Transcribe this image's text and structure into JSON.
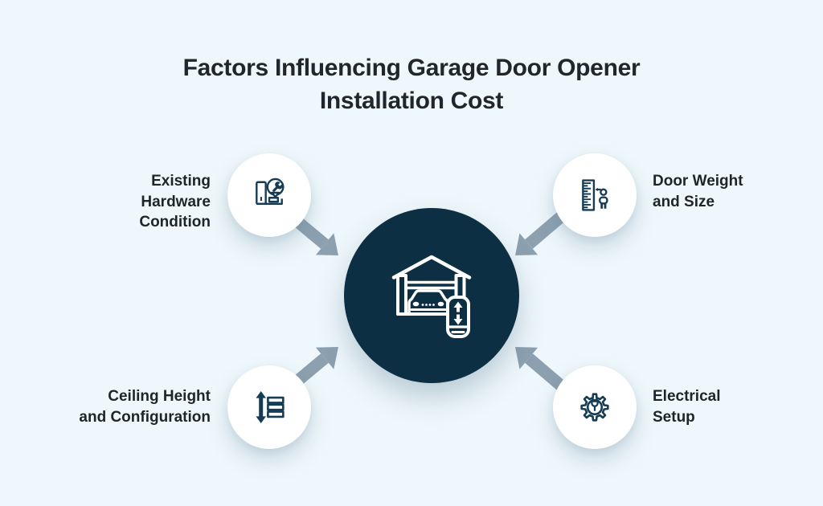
{
  "title": "Factors Influencing Garage Door Opener\nInstallation Cost",
  "center": {
    "icon": "garage-smart-opener-icon"
  },
  "factors": [
    {
      "id": "existing-hardware-condition",
      "label": "Existing\nHardware\nCondition",
      "icon": "hardware-wrench-icon",
      "position": "top-left"
    },
    {
      "id": "door-weight-and-size",
      "label": "Door Weight\nand Size",
      "icon": "ruler-height-icon",
      "position": "top-right"
    },
    {
      "id": "ceiling-height-and-configuration",
      "label": "Ceiling Height\nand Configuration",
      "icon": "ceiling-height-icon",
      "position": "bottom-left"
    },
    {
      "id": "electrical-setup",
      "label": "Electrical\nSetup",
      "icon": "gear-plug-icon",
      "position": "bottom-right"
    }
  ],
  "colors": {
    "background": "#eef7fb",
    "center_circle": "#0d2f43",
    "icon_navy": "#163c54",
    "arrow_gray": "#8ca0af",
    "text_dark": "#1e242c"
  }
}
